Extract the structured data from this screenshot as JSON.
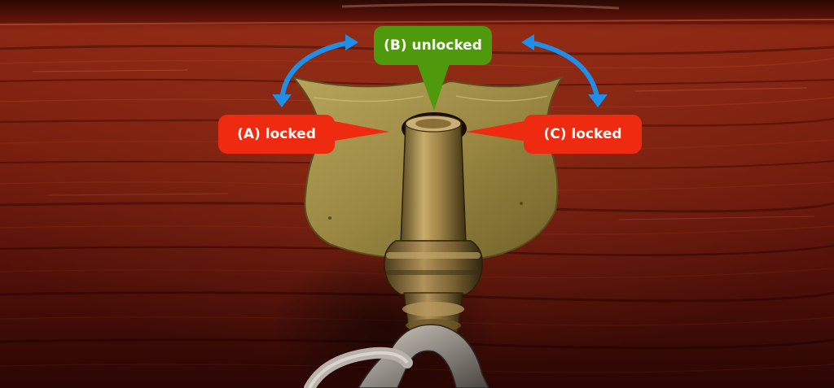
{
  "colors": {
    "locked": "#ee2a10",
    "unlocked": "#4e9a0c",
    "arrow": "#1e8ee8",
    "wood_dark": "#3d0805",
    "wood_mid": "#7a1a0e",
    "brass": "#a18f4a"
  },
  "labels": {
    "locked_left": "(A) locked",
    "unlocked": "(B) unlocked",
    "locked_right": "(C) locked"
  },
  "icons": {
    "rotation_left": "curved-double-arrow-icon",
    "rotation_right": "curved-double-arrow-icon"
  }
}
